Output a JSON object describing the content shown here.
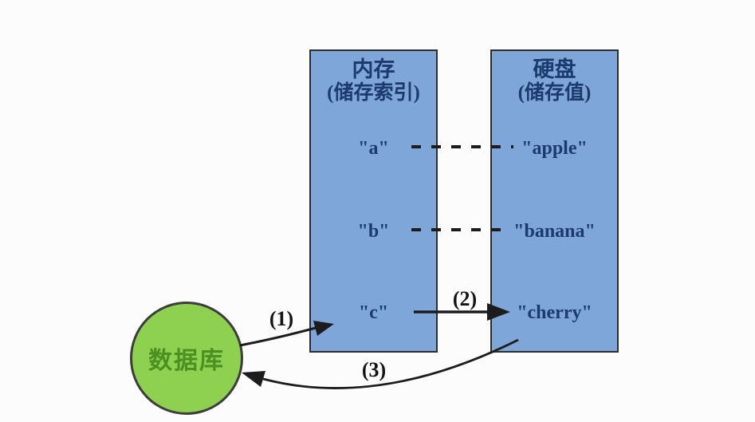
{
  "memory_box": {
    "title": "内存",
    "subtitle": "(储存索引)",
    "keys": [
      "\"a\"",
      "\"b\"",
      "\"c\""
    ]
  },
  "disk_box": {
    "title": "硬盘",
    "subtitle": "(储存值)",
    "values": [
      "\"apple\"",
      "\"banana\"",
      "\"cherry\""
    ]
  },
  "database": {
    "label": "数据库"
  },
  "steps": {
    "step1": "(1)",
    "step2": "(2)",
    "step3": "(3)"
  },
  "colors": {
    "box_fill": "#7ea6d8",
    "box_border": "#2c2c2c",
    "box_text": "#1c3a6b",
    "circle_fill": "#8ed04f",
    "circle_border": "#3d3d3d",
    "circle_text": "#4d8f22",
    "connector": "#1c1c1c",
    "background": "#fcfcfc"
  }
}
